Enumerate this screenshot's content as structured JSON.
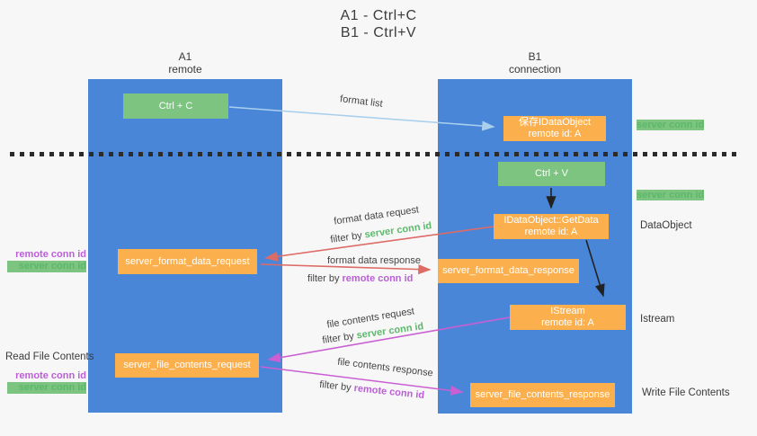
{
  "title": {
    "line1": "A1 - Ctrl+C",
    "line2": "B1 - Ctrl+V"
  },
  "lanes": {
    "left": {
      "name": "A1",
      "subtitle": "remote"
    },
    "right": {
      "name": "B1",
      "subtitle": "connection"
    }
  },
  "nodes": {
    "ctrl_c": {
      "label": "Ctrl + C"
    },
    "ctrl_v": {
      "label": "Ctrl + V"
    },
    "save_dataobject": {
      "line1": "保存IDataObject",
      "line2": "remote id: A"
    },
    "getdata": {
      "line1": "IDataObject::GetData",
      "line2": "remote id: A"
    },
    "istream": {
      "line1": "IStream",
      "line2": "remote id: A"
    },
    "format_data_request": {
      "label": "server_format_data_request"
    },
    "format_data_response": {
      "label": "server_format_data_response"
    },
    "file_contents_request": {
      "label": "server_file_contents_request"
    },
    "file_contents_response": {
      "label": "server_file_contents_response"
    }
  },
  "edge_labels": {
    "format_list": "format list",
    "format_data_request": "format data request",
    "format_data_response": "format data response",
    "file_contents_request": "file contents request",
    "file_contents_response": "file contents response",
    "filter_by": "filter by ",
    "server_conn_id": "server conn id",
    "remote_conn_id": "remote conn id"
  },
  "side_labels": {
    "left_remote_conn_id": "remote conn id",
    "left_server_conn_id": "server conn id",
    "read_file_contents": "Read File Contents",
    "right_server_conn_id_top": "server conn id",
    "right_server_conn_id_mid": "server conn id",
    "dataobject": "DataObject",
    "istream": "Istream",
    "write_file_contents": "Write File Contents"
  },
  "colors": {
    "lane_blue": "#4a86d8",
    "box_orange": "#fbb04d",
    "box_green": "#7cc47f",
    "green_text": "#5cb86a",
    "purple_text": "#bb5fd6",
    "arrow_light_blue": "#a9cfec",
    "arrow_red": "#dd6b66",
    "arrow_magenta": "#c95fd3",
    "arrow_black": "#222222",
    "divider_dots": "#2b2b2b"
  }
}
